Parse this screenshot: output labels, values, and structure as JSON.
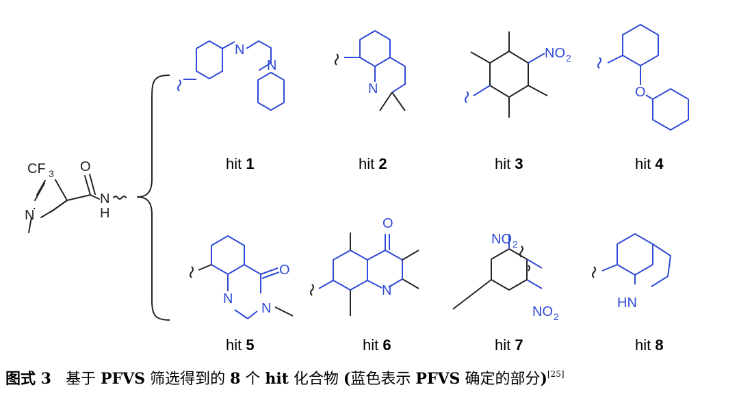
{
  "core": {
    "cf3_label": "CF",
    "cf3_sub": "3",
    "o_label": "O",
    "nh_n": "N",
    "nh_h": "H",
    "n_label": "N"
  },
  "atoms": {
    "n": "N",
    "o": "O",
    "no2_main": "NO",
    "no2_sub": "2",
    "hn": "HN"
  },
  "hits": [
    {
      "prefix": "hit ",
      "number": "1"
    },
    {
      "prefix": "hit ",
      "number": "2"
    },
    {
      "prefix": "hit ",
      "number": "3"
    },
    {
      "prefix": "hit ",
      "number": "4"
    },
    {
      "prefix": "hit ",
      "number": "5"
    },
    {
      "prefix": "hit ",
      "number": "6"
    },
    {
      "prefix": "hit ",
      "number": "7"
    },
    {
      "prefix": "hit ",
      "number": "8"
    }
  ],
  "caption": {
    "label": "图式 3",
    "text_a": "基于 ",
    "pfvs_1": "PFVS",
    "text_b": " 筛选得到的 ",
    "count": "8",
    "text_c": " 个 ",
    "hit_word": "hit",
    "text_d": " 化合物 ",
    "paren_open": "(",
    "text_e": "蓝色表示 ",
    "pfvs_2": "PFVS",
    "text_f": " 确定的部分",
    "paren_close": ")",
    "ref": "[25]"
  },
  "colors": {
    "fragment_blue": "#2f49d8",
    "ink": "#222222"
  }
}
